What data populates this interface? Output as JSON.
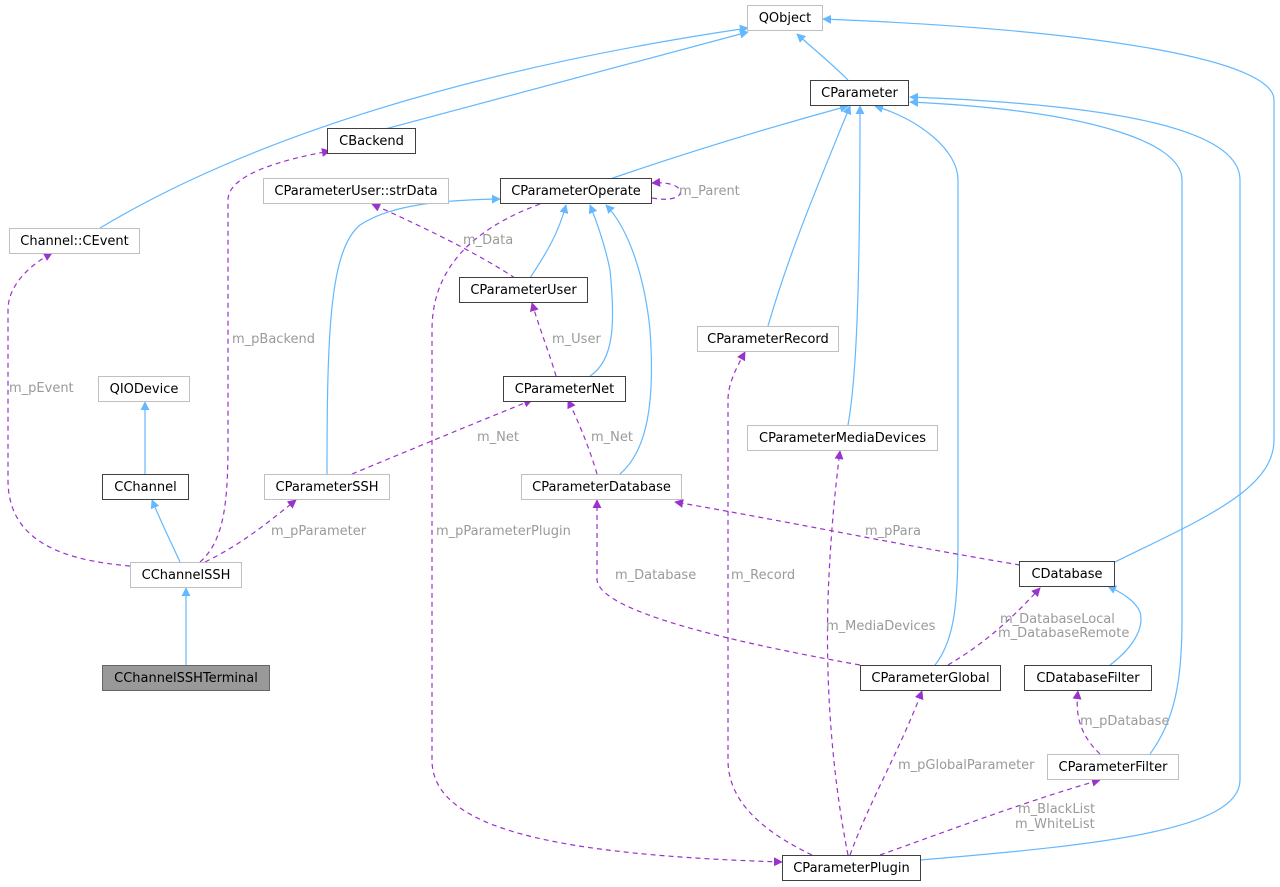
{
  "nodes": {
    "qobject": "QObject",
    "cparameter": "CParameter",
    "cbackend": "CBackend",
    "strdata": "CParameterUser::strData",
    "cparameteroperate": "CParameterOperate",
    "cevent": "Channel::CEvent",
    "cparameteruser": "CParameterUser",
    "cparameterrecord": "CParameterRecord",
    "qiodevice": "QIODevice",
    "cparameternet": "CParameterNet",
    "cparametermediadevices": "CParameterMediaDevices",
    "cchannel": "CChannel",
    "cparameterssh": "CParameterSSH",
    "cparameterdatabase": "CParameterDatabase",
    "cchannelssh": "CChannelSSH",
    "cdatabase": "CDatabase",
    "cchannelsshterminal": "CChannelSSHTerminal",
    "cparameterglobal": "CParameterGlobal",
    "cdatabasefilter": "CDatabaseFilter",
    "cparameterfilter": "CParameterFilter",
    "cparameterplugin": "CParameterPlugin"
  },
  "edge_labels": {
    "m_parent": "m_Parent",
    "m_data": "m_Data",
    "m_pbackend": "m_pBackend",
    "m_pevent": "m_pEvent",
    "m_user": "m_User",
    "m_net_ssh": "m_Net",
    "m_net_db": "m_Net",
    "m_pparameter": "m_pParameter",
    "m_pparameterplugin": "m_pParameterPlugin",
    "m_ppara": "m_pPara",
    "m_database": "m_Database",
    "m_record": "m_Record",
    "m_mediadevices": "m_MediaDevices",
    "m_databaselocal": "m_DatabaseLocal",
    "m_databaseremote": "m_DatabaseRemote",
    "m_pdatabase": "m_pDatabase",
    "m_pglobalparameter": "m_pGlobalParameter",
    "m_blacklist": "m_BlackList",
    "m_whitelist": "m_WhiteList"
  },
  "colors": {
    "inheritance": "#63b8ff",
    "usage": "#9a32cd",
    "documented_border": "#404040",
    "undocumented_border": "#bfbfbf",
    "current_fill": "#999999",
    "label": "#9a9a9a"
  }
}
